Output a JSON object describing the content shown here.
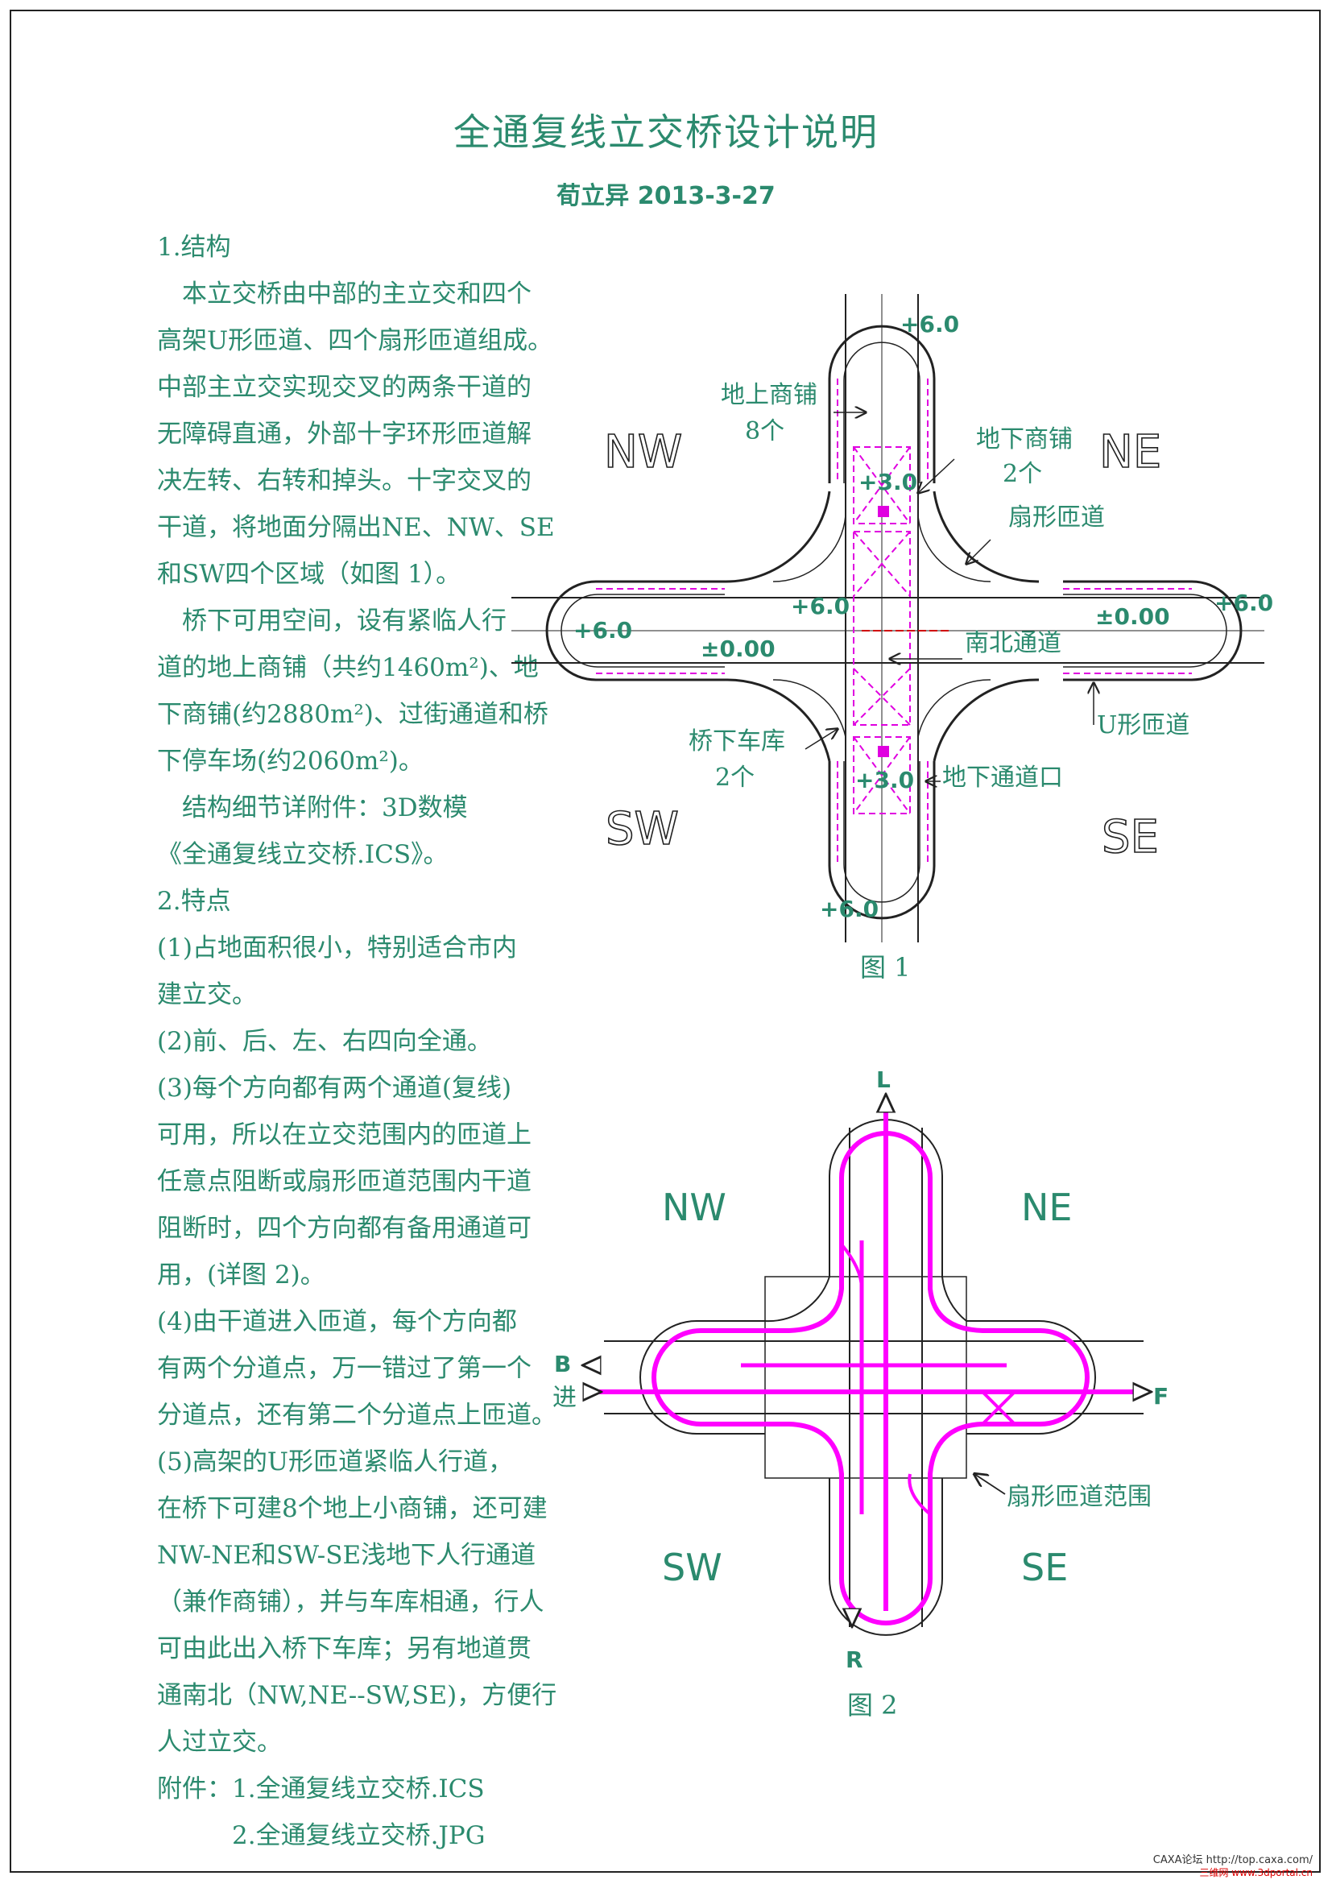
{
  "doc": {
    "title": "全通复线立交桥设计说明",
    "author": "荀立异 2013-3-27"
  },
  "body_lines": [
    "1.结构",
    "　本立交桥由中部的主立交和四个",
    "高架U形匝道、四个扇形匝道组成。",
    "中部主立交实现交叉的两条干道的",
    "无障碍直通，外部十字环形匝道解",
    "决左转、右转和掉头。十字交叉的",
    "干道，将地面分隔出NE、NW、SE",
    "和SW四个区域（如图 1）。",
    "　桥下可用空间，设有紧临人行",
    "道的地上商铺（共约1460m²)、地",
    "下商铺(约2880m²)、过街通道和桥",
    "下停车场(约2060m²)。",
    "　结构细节详附件：3D数模",
    "《全通复线立交桥.ICS》。",
    "2.特点",
    " (1)占地面积很小，特别适合市内",
    "建立交。",
    " (2)前、后、左、右四向全通。",
    " (3)每个方向都有两个通道(复线)",
    "可用，所以在立交范围内的匝道上",
    "任意点阻断或扇形匝道范围内干道",
    "阻断时，四个方向都有备用通道可",
    "用，(详图 2)。",
    " (4)由干道进入匝道，每个方向都",
    "有两个分道点，万一错过了第一个",
    "分道点，还有第二个分道点上匝道。",
    " (5)高架的U形匝道紧临人行道，",
    "在桥下可建8个地上小商铺，还可建",
    "NW-NE和SW-SE浅地下人行通道",
    "（兼作商铺），并与车库相通，行人",
    "可由此出入桥下车库；另有地道贯",
    "通南北（NW,NE--SW,SE)，方便行",
    "人过立交。",
    "附件：1.全通复线立交桥.ICS",
    "　　　2.全通复线立交桥.JPG"
  ],
  "fig1": {
    "caption": "图 1",
    "zones": {
      "nw": "NW",
      "ne": "NE",
      "sw": "SW",
      "se": "SE"
    },
    "elev_top": "+6.0",
    "elev_bottom": "+6.0",
    "elev_left": "+6.0",
    "elev_right": "+6.0",
    "elev_center_left": "+6.0",
    "elev_mid_top": "+3.0",
    "elev_mid_bottom": "+3.0",
    "elev_ground_left": "±0.00",
    "elev_ground_right": "±0.00",
    "shops_above_l1": "地上商铺",
    "shops_above_l2": "8个",
    "shops_below_l1": "地下商铺",
    "shops_below_l2": "2个",
    "fan_ramp": "扇形匝道",
    "ns_passage": "南北通道",
    "u_ramp": "U形匝道",
    "garage_l1": "桥下车库",
    "garage_l2": "2个",
    "underpass": "地下通道口"
  },
  "fig2": {
    "caption": "图 2",
    "zones": {
      "nw": "NW",
      "ne": "NE",
      "sw": "SW",
      "se": "SE"
    },
    "dir_l": "L",
    "dir_r": "R",
    "dir_b": "B",
    "dir_f": "F",
    "enter": "进",
    "fan_range": "扇形匝道范围"
  },
  "colors": {
    "text": "#2b8a6e",
    "route": "#ff00ff",
    "line": "#222222"
  },
  "footer": {
    "site": "CAXA论坛 http://top.caxa.com/",
    "watermark": "三维网 www.3dportal.cn"
  }
}
